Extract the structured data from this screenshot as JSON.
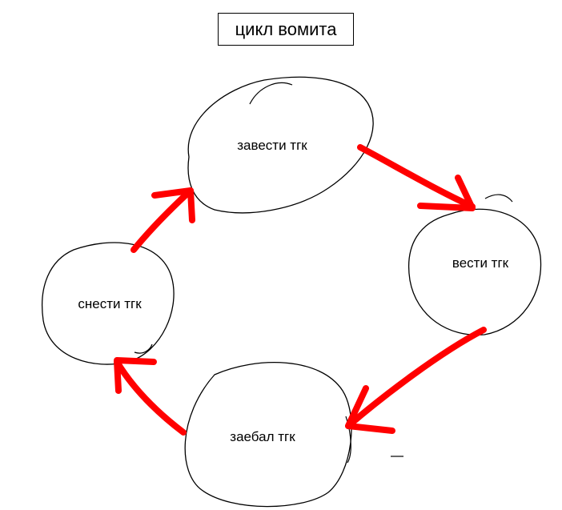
{
  "title": "цикл вомита",
  "nodes": {
    "start": "завести тгк",
    "run": "вести тгк",
    "fed_up": "заебал тгк",
    "delete": "снести тгк"
  },
  "colors": {
    "arrow": "#ff0000",
    "outline": "#000000",
    "background": "#ffffff"
  }
}
